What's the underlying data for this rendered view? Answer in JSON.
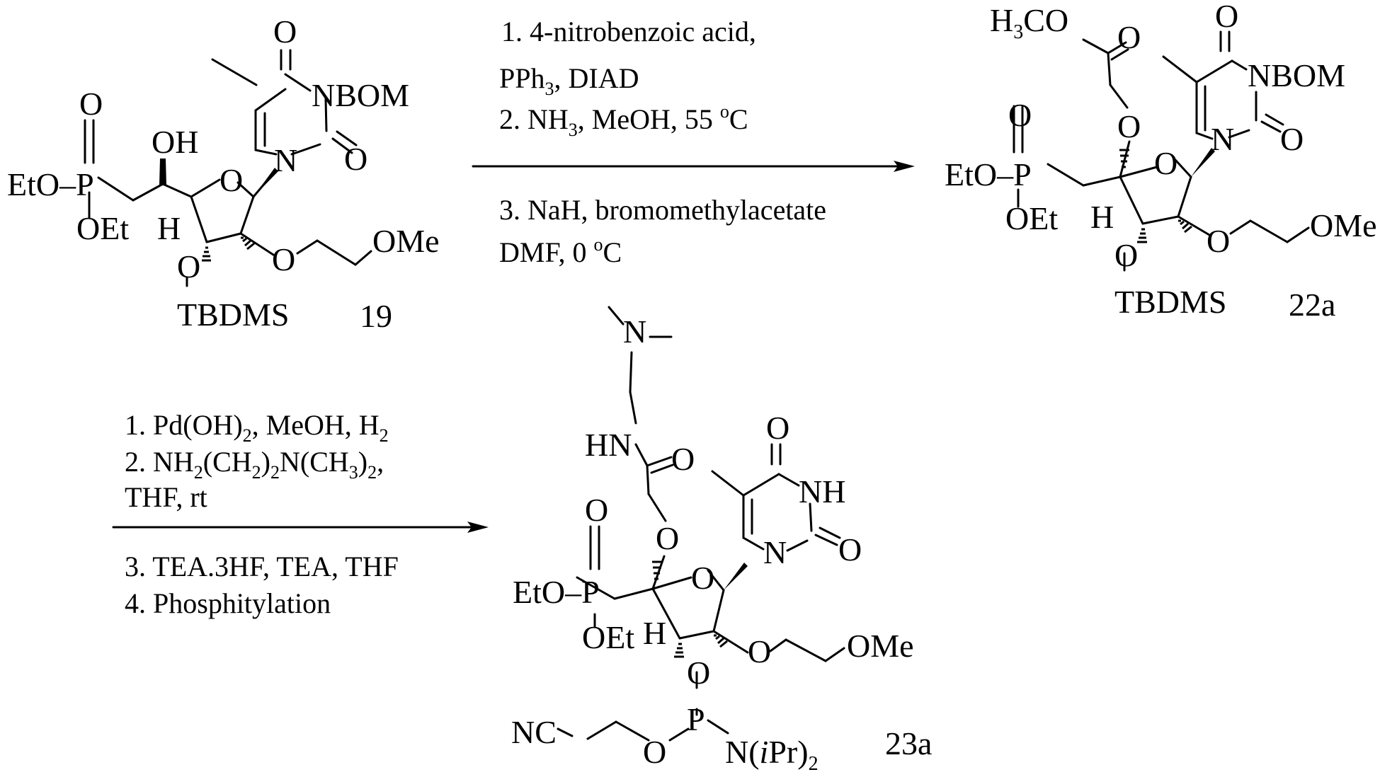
{
  "compound_labels": {
    "c19": "19",
    "c22a": "22a",
    "c23a": "23a"
  },
  "conditions_step1": {
    "line1": "1.  4-nitrobenzoic acid,",
    "line2a": "PPh",
    "line2sub": "3",
    "line2b": ", DIAD",
    "line3a": "2.  NH",
    "line3sub": "3",
    "line3b": ", MeOH, 55 ",
    "line3sup": "o",
    "line3c": "C",
    "line4": "3.  NaH, bromomethylacetate",
    "line5a": "DMF, 0 ",
    "line5sup": "o",
    "line5b": "C"
  },
  "conditions_step2": {
    "line1a": "1. Pd(OH)",
    "line1sub": "2",
    "line1b": ", MeOH, H",
    "line1sub2": "2",
    "line2a": "2.  NH",
    "line2sub1": "2",
    "line2b": "(CH",
    "line2sub2": "2",
    "line2c": ")",
    "line2sub3": "2",
    "line2d": "N(CH",
    "line2sub4": "3",
    "line2e": ")",
    "line2sub5": "2",
    "line2f": ",",
    "line3": "THF, rt",
    "line4": "3. TEA.3HF, TEA, THF",
    "line5": "4.  Phosphitylation"
  },
  "atoms_19": {
    "o_top": "O",
    "nbom": "NBOM",
    "o_side": "O",
    "n1": "N",
    "oh": "OH",
    "o_pdbl": "O",
    "eto_p": "EtO–P",
    "oet": "OEt",
    "o_ring": "O",
    "h": "H",
    "o3": "O",
    "tbdms": "TBDMS",
    "o2": "O",
    "ome": "OMe"
  },
  "atoms_22a": {
    "h3co_a": "H",
    "h3co_sub": "3",
    "h3co_b": "CO",
    "o_ester": "O",
    "o_top": "O",
    "nbom": "NBOM",
    "o_side": "O",
    "n1": "N",
    "o_pdbl": "O",
    "o_ether": "O",
    "eto_p": "EtO–P",
    "oet": "OEt",
    "o_ring": "O",
    "h": "H",
    "o3": "O",
    "tbdms": "TBDMS",
    "o2": "O",
    "ome": "OMe"
  },
  "atoms_23a": {
    "n_me2": "N",
    "hn": "HN",
    "o_amide": "O",
    "o_top": "O",
    "nh": "NH",
    "o_side": "O",
    "n1": "N",
    "o_pdbl": "O",
    "o_ether": "O",
    "eto_p": "EtO–P",
    "oet": "OEt",
    "o_ring": "O",
    "h": "H",
    "o3": "O",
    "o2": "O",
    "ome": "OMe",
    "p3": "P",
    "nc": "NC",
    "o_cyano": "O",
    "nipr_a": "N(",
    "nipr_i": "i",
    "nipr_b": "Pr)",
    "nipr_sub": "2"
  }
}
